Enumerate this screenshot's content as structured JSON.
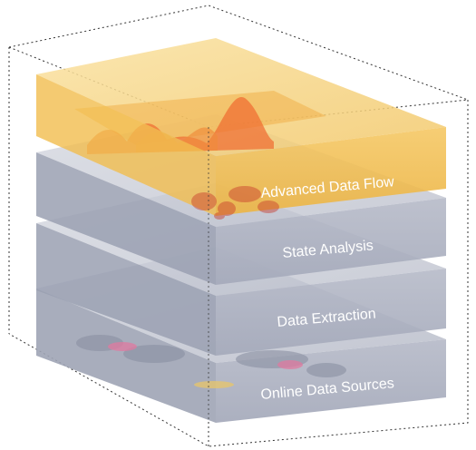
{
  "layers": [
    {
      "label": "Online Data Sources",
      "color": "#a7acbd"
    },
    {
      "label": "Data Extraction",
      "color": "#9da2b3"
    },
    {
      "label": "State Analysis",
      "color": "#9ca1b3"
    },
    {
      "label": "Advanced Data Flow",
      "color": "#f3c055"
    }
  ],
  "colors": {
    "layer_top": "#c7cbd6",
    "accent_top": "#f8d88a",
    "wave": "#ef6a2f",
    "map": "#c8382b",
    "guide": "#333333"
  }
}
